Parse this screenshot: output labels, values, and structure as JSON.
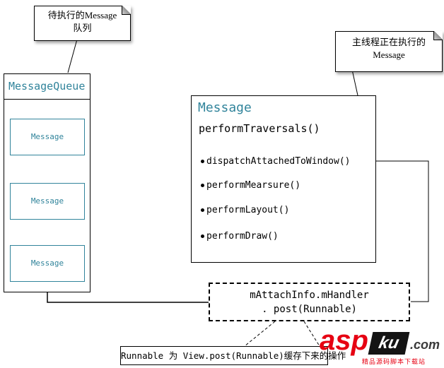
{
  "colors": {
    "accent": "#31849B",
    "watermark_red": "#E60012"
  },
  "callout_queue": {
    "line1": "待执行的Message",
    "line2": "队列"
  },
  "callout_main": {
    "line1": "主线程正在执行的",
    "line2": "Message"
  },
  "message_queue": {
    "title": "MessageQueue",
    "items": [
      "Message",
      "Message",
      "Message"
    ]
  },
  "message_box": {
    "title": "Message",
    "method": "performTraversals()",
    "bullets": [
      "dispatchAttachedToWindow()",
      "performMearsure()",
      "performLayout()",
      "performDraw()"
    ]
  },
  "handler_box": {
    "line1": "mAttachInfo.mHandler",
    "line2": ". post(Runnable)"
  },
  "runnable_note": {
    "text": "Runnable 为 View.post(Runnable)缓存下来的操作"
  },
  "watermark": {
    "part1": "asp",
    "part2": "ku",
    "part3": ".com",
    "tagline": "精品源码脚本下载站"
  }
}
